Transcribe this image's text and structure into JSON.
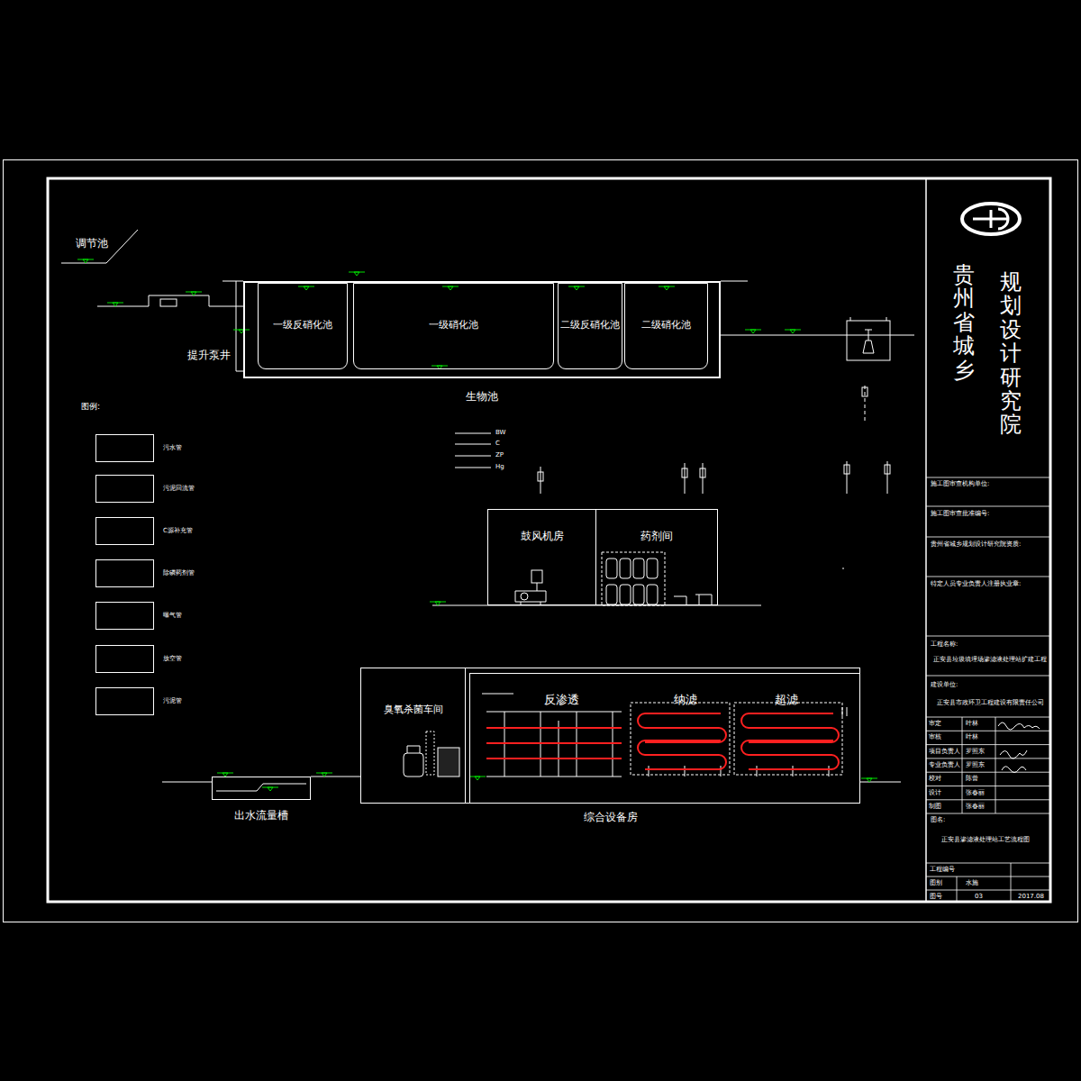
{
  "diagram": {
    "nodes": [
      {
        "text": [
          "生物池"
        ]
      },
      {
        "text": [
          "一级反硝化池"
        ],
        "in": 0
      },
      {
        "text": [
          "一级硝化池"
        ],
        "in": 0
      },
      {
        "text": [
          "二级反硝化池"
        ],
        "in": 0
      },
      {
        "text": [
          "二级硝化池"
        ],
        "in": 0
      },
      {
        "text": [
          "鼓风机房"
        ]
      },
      {
        "text": [
          "药剂间"
        ]
      },
      {
        "text": [
          "综合设备房"
        ]
      },
      {
        "text": [
          "臭氧杀菌车间"
        ],
        "in": 7
      },
      {
        "text": [
          "反渗透",
          "纳滤",
          "超滤"
        ],
        "in": 7
      },
      {
        "text": [
          "出水流量槽"
        ]
      }
    ],
    "labels": [
      "调节池",
      "提升泵井",
      "图例:",
      "BW",
      "C",
      "ZP",
      "Hg",
      "贵州省城乡",
      "规划设计研究院",
      "施工图审查机构单位:",
      "施工图审查批准编号:",
      "贵州省城乡规划设计研究院资质:",
      "特定人员专业负责人注册执业章:",
      "工程名称:",
      "正安县垃圾填埋场渗滤液处理站扩建工程",
      "建设单位:",
      "正安县市政环卫工程建设有限责任公司",
      "审定",
      "叶林",
      "审核",
      "叶林",
      "项目负责人",
      "罗照东",
      "专业负责人",
      "罗照东",
      "校对",
      "陈曾",
      "设计",
      "张春丽",
      "制图",
      "张春丽",
      "图名:",
      "正安县渗滤液处理站工艺流程图",
      "工程编号",
      "图别",
      "水施",
      "图号",
      "03",
      "2017.08"
    ],
    "legend": [
      {
        "text": "污水管"
      },
      {
        "text": "污泥回流管"
      },
      {
        "text": "C源补充管"
      },
      {
        "text": "除磷药剂管"
      },
      {
        "text": "曝气管"
      },
      {
        "text": "放空管"
      },
      {
        "text": "污泥管"
      }
    ]
  }
}
